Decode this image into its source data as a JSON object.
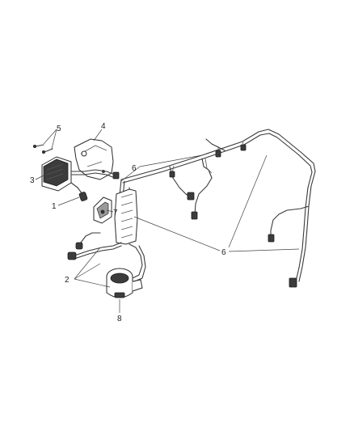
{
  "callouts": {
    "c1": "1",
    "c2": "2",
    "c3": "3",
    "c4": "4",
    "c5": "5",
    "c6_upper": "6",
    "c6_lower": "6",
    "c7": "7",
    "c8": "8"
  }
}
